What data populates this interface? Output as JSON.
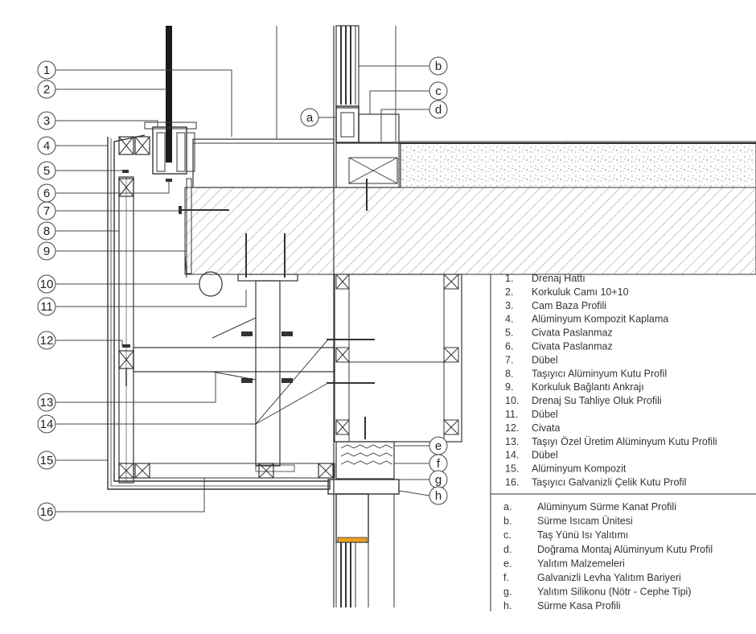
{
  "callouts_numbers": [
    "1",
    "2",
    "3",
    "4",
    "5",
    "6",
    "7",
    "8",
    "9",
    "10",
    "11",
    "12",
    "13",
    "14",
    "15",
    "16"
  ],
  "callouts_letters": [
    "a",
    "b",
    "c",
    "d",
    "e",
    "f",
    "g",
    "h"
  ],
  "legend_numbers": [
    {
      "id": "1.",
      "text": "Drenaj Hattı"
    },
    {
      "id": "2.",
      "text": "Korkuluk Camı 10+10"
    },
    {
      "id": "3.",
      "text": "Cam Baza Profili"
    },
    {
      "id": "4.",
      "text": "Alüminyum Kompozit Kaplama"
    },
    {
      "id": "5.",
      "text": "Civata Paslanmaz"
    },
    {
      "id": "6.",
      "text": "Civata Paslanmaz"
    },
    {
      "id": "7.",
      "text": "Dübel"
    },
    {
      "id": "8.",
      "text": "Taşıyıcı Alüminyum Kutu Profil"
    },
    {
      "id": "9.",
      "text": "Korkuluk Bağlantı Ankrajı"
    },
    {
      "id": "10.",
      "text": "Drenaj Su Tahliye Oluk Profili"
    },
    {
      "id": "11.",
      "text": "Dübel"
    },
    {
      "id": "12.",
      "text": "Civata"
    },
    {
      "id": "13.",
      "text": "Taşıyı Özel Üretim Alüminyum Kutu Profili"
    },
    {
      "id": "14.",
      "text": "Dübel"
    },
    {
      "id": "15.",
      "text": "Alüminyum Kompozit"
    },
    {
      "id": "16.",
      "text": "Taşıyıcı Galvanizli Çelik Kutu Profil"
    }
  ],
  "legend_letters": [
    {
      "id": "a.",
      "text": "Alüminyum Sürme Kanat Profili"
    },
    {
      "id": "b.",
      "text": "Sürme Isıcam Ünitesi"
    },
    {
      "id": "c.",
      "text": "Taş Yünü Isı Yalıtımı"
    },
    {
      "id": "d.",
      "text": "Doğrama Montaj Alüminyum Kutu Profil"
    },
    {
      "id": "e.",
      "text": "Yalıtım Malzemeleri"
    },
    {
      "id": "f.",
      "text": "Galvanizli Levha Yalıtım Bariyeri"
    },
    {
      "id": "g.",
      "text": "Yalıtım Silikonu (Nötr - Cephe Tipi)"
    },
    {
      "id": "h.",
      "text": "Sürme Kasa Profili"
    }
  ],
  "colors": {
    "line": "#333333",
    "hatch": "#666666",
    "glass": "#1a1a1a"
  }
}
